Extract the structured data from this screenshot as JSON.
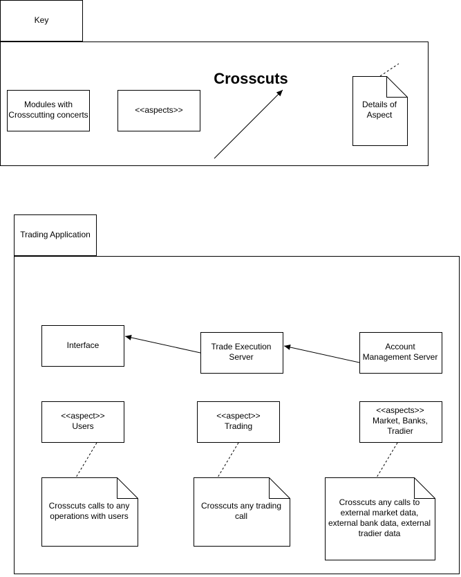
{
  "key": {
    "title": "Key",
    "module_label": [
      "Modules with",
      "Crosscutting concerts"
    ],
    "aspects_label": "<<aspects>>",
    "crosscuts_label": "Crosscuts",
    "details_label": [
      "Details of",
      "Aspect"
    ]
  },
  "app": {
    "title": "Trading Application",
    "interface": "Interface",
    "trade_server": [
      "Trade Execution",
      "Server"
    ],
    "account_server": [
      "Account",
      "Management Server"
    ],
    "aspect_users": [
      "<<aspect>>",
      "Users"
    ],
    "aspect_trading": [
      "<<aspect>>",
      "Trading"
    ],
    "aspect_market": [
      "<<aspects>>",
      "Market, Banks,",
      "Tradier"
    ],
    "note_users": [
      "Crosscuts calls to any",
      "operations with users"
    ],
    "note_trading": [
      "Crosscuts any trading",
      "call"
    ],
    "note_market": [
      "Crosscuts any calls to",
      "external market data,",
      "external bank data, external",
      "tradier data"
    ]
  }
}
